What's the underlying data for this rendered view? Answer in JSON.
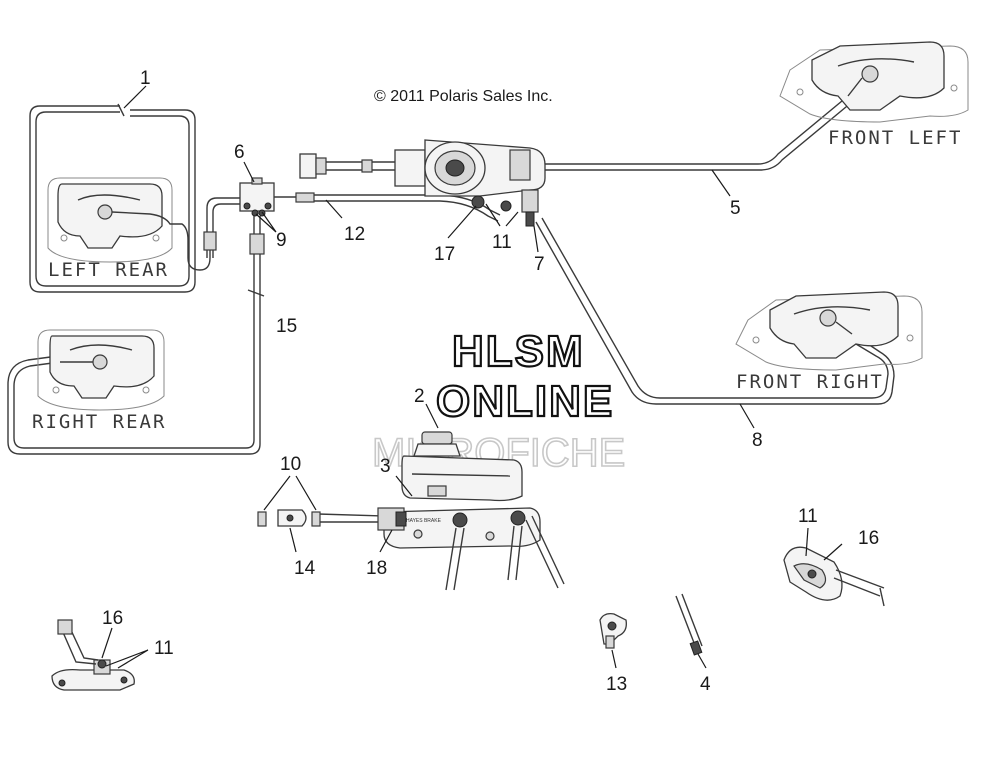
{
  "copyright": "© 2011 Polaris Sales Inc.",
  "watermark": {
    "line1": "HLSM",
    "line2": "ONLINE",
    "line3": "MICROFICHE"
  },
  "position_labels": {
    "front_left": "FRONT LEFT",
    "front_right": "FRONT RIGHT",
    "left_rear": "LEFT REAR",
    "right_rear": "RIGHT REAR"
  },
  "part_stamp": "HAYES BRAKE",
  "callouts": {
    "c1": "1",
    "c2": "2",
    "c3": "3",
    "c4": "4",
    "c5": "5",
    "c6": "6",
    "c7": "7",
    "c8": "8",
    "c9": "9",
    "c10": "10",
    "c11_top": "11",
    "c11_right": "11",
    "c11_left": "11",
    "c12": "12",
    "c13": "13",
    "c14": "14",
    "c15": "15",
    "c16_right": "16",
    "c16_left": "16",
    "c17": "17",
    "c18": "18"
  }
}
